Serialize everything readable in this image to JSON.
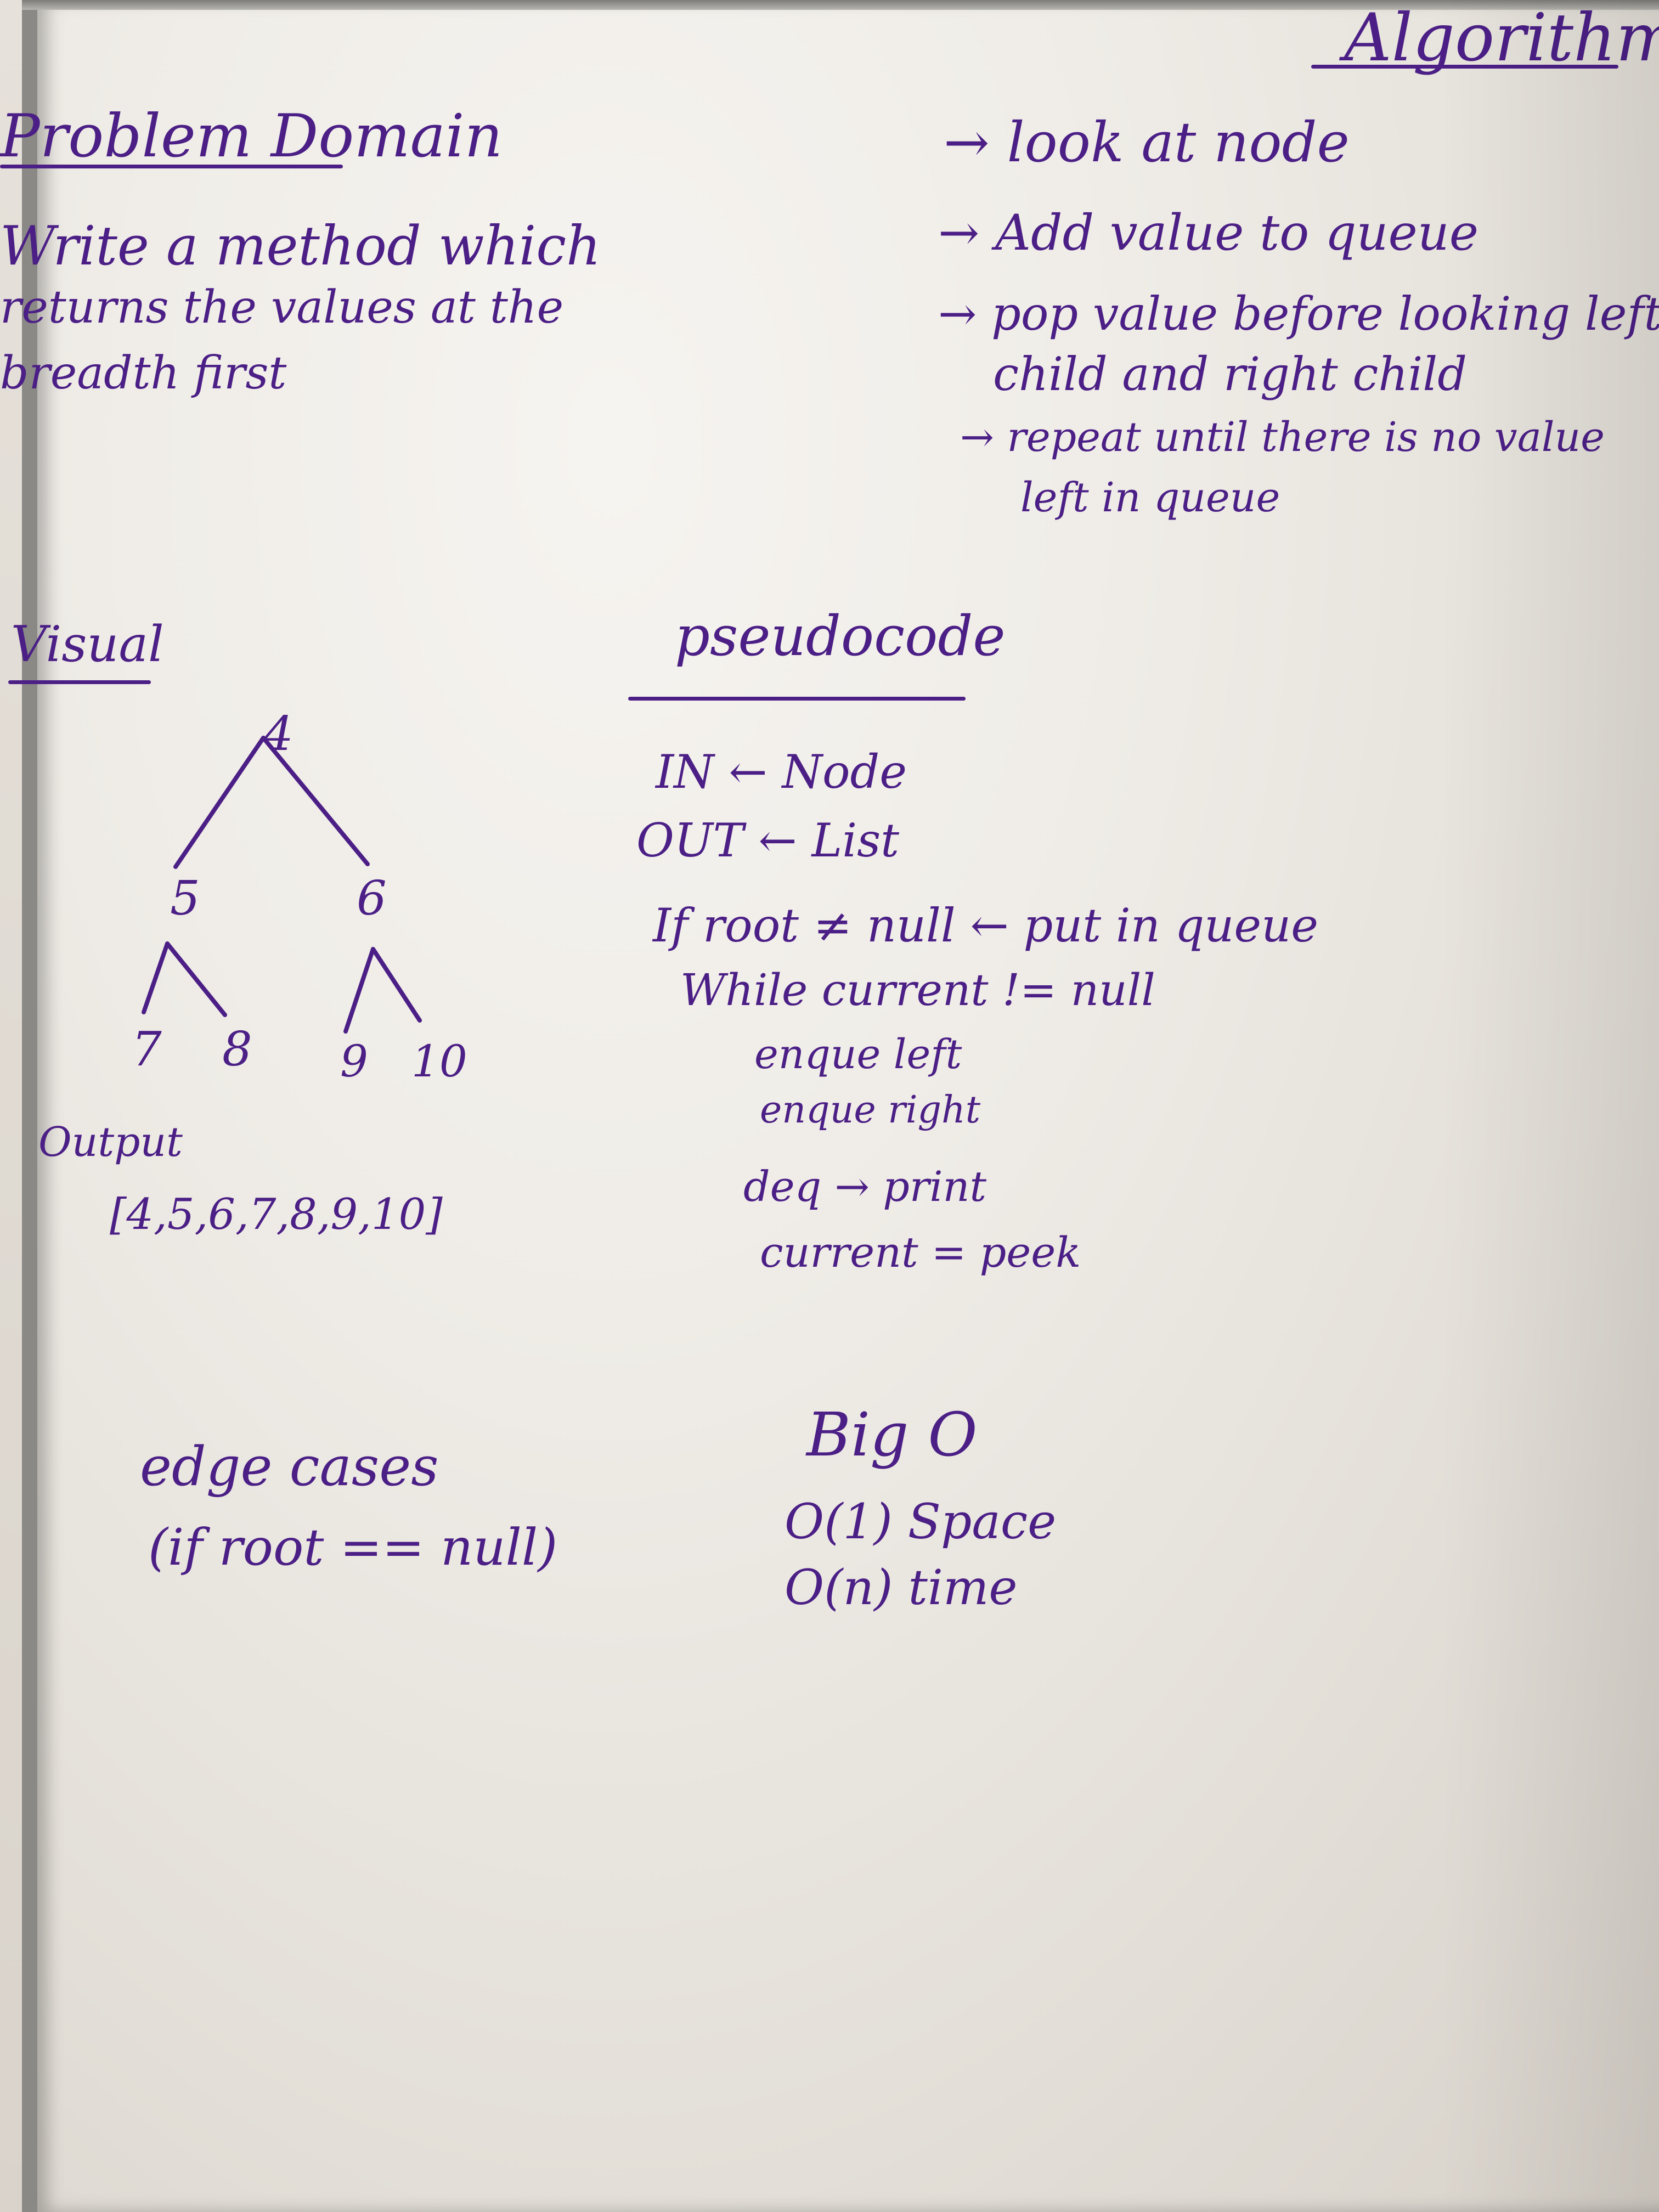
{
  "board": {
    "title": "Algorithms",
    "problem_domain": {
      "heading": "Problem Domain",
      "lines": [
        "Write a method which",
        "returns the values at the",
        "breadth first"
      ]
    },
    "approach": {
      "lines": [
        "→ look at node",
        "→ Add value to queue",
        "→ pop value before looking left",
        "child and right child",
        "→ repeat until there is no value",
        "left in queue"
      ]
    },
    "visual": {
      "heading": "Visual",
      "tree": {
        "root": "4",
        "level1": [
          "5",
          "6"
        ],
        "level2": [
          "7",
          "8",
          "9",
          "10"
        ]
      },
      "output_label": "Output",
      "output_value": "[4,5,6,7,8,9,10]"
    },
    "pseudocode": {
      "heading": "pseudocode",
      "lines": [
        "IN ← Node",
        "OUT ← List",
        "If root ≠ null ← put in queue",
        "While current != null",
        "enque left",
        "enque right",
        "deq → print",
        "current = peek"
      ]
    },
    "edge_cases": {
      "heading": "edge cases",
      "text": "(if root == null)"
    },
    "big_o": {
      "heading": "Big O",
      "space": "O(1) Space",
      "time": "O(n) time"
    },
    "colors": {
      "ink": "#4b1f86",
      "board": "#efece7",
      "frame": "#8a8985"
    }
  }
}
